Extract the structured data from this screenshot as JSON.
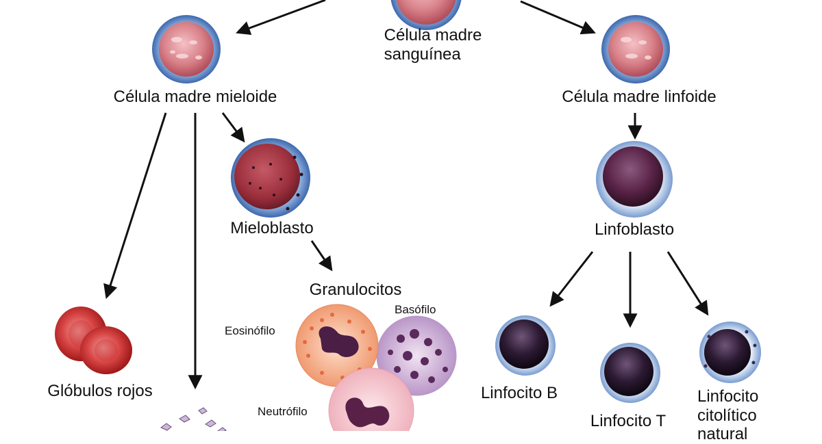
{
  "nodes": {
    "stem_cell": "Célula madre\nsanguínea",
    "myeloid_stem": "Célula madre mieloide",
    "lymphoid_stem": "Célula madre linfoide",
    "myeloblast": "Mieloblasto",
    "granulocytes": "Granulocitos",
    "eosinophil": "Eosinófilo",
    "basophil": "Basófilo",
    "neutrophil": "Neutrófilo",
    "red_cells": "Glóbulos rojos",
    "lymphoblast": "Linfoblasto",
    "b_cell": "Linfocito B",
    "t_cell": "Linfocito T",
    "nk_cell": "Linfocito\ncitolítico\nnatural"
  },
  "colors": {
    "stem_nucleus": "#d9828a",
    "stem_halo": "#5f87c4",
    "myeloblast_nucleus": "#9c2f3c",
    "lymph_nucleus": "#5a2448",
    "lymph_halo": "#c5d7ee",
    "red_cell": "#d32f2f",
    "granulocyte_eos": "#f3a07a",
    "granulocyte_baso": "#c8a2c8",
    "granulocyte_neutro": "#f6c8cf"
  }
}
